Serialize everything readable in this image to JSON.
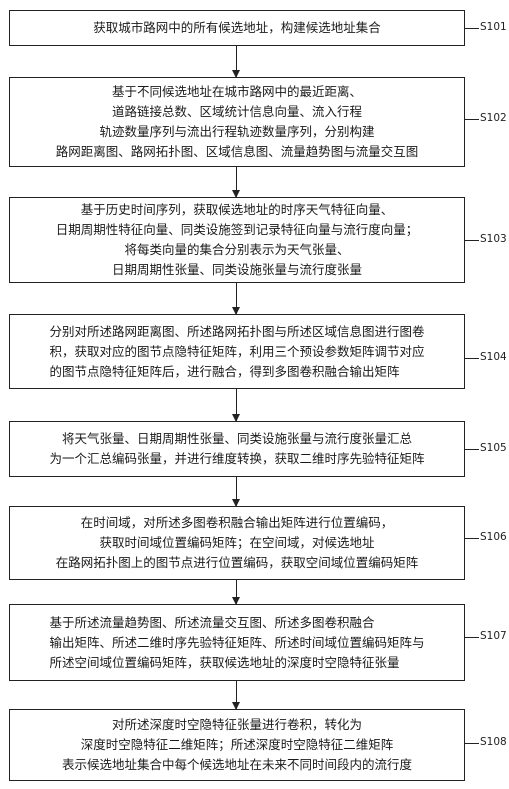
{
  "steps": [
    {
      "id": "S101",
      "text": "获取城市路网中的所有候选地址，构建候选地址集合"
    },
    {
      "id": "S102",
      "text": "基于不同候选地址在城市路网中的最近距离、\n道路链接总数、区域统计信息向量、流入行程\n轨迹数量序列与流出行程轨迹数量序列，分别构建\n路网距离图、路网拓扑图、区域信息图、流量趋势图与流量交互图"
    },
    {
      "id": "S103",
      "text": "基于历史时间序列，获取候选地址的时序天气特征向量、\n日期周期性特征向量、同类设施签到记录特征向量与流行度向量；\n将每类向量的集合分别表示为天气张量、\n日期周期性张量、同类设施张量与流行度张量"
    },
    {
      "id": "S104",
      "text": "分别对所述路网距离图、所述路网拓扑图与所述区域信息图进行图卷\n积，获取对应的图节点隐特征矩阵，利用三个预设参数矩阵调节对应\n的图节点隐特征矩阵后，进行融合，得到多图卷积融合输出矩阵"
    },
    {
      "id": "S105",
      "text": "将天气张量、日期周期性张量、同类设施张量与流行度张量汇总\n为一个汇总编码张量，并进行维度转换，获取二维时序先验特征矩阵"
    },
    {
      "id": "S106",
      "text": "在时间域，对所述多图卷积融合输出矩阵进行位置编码，\n获取时间域位置编码矩阵；在空间域，对候选地址\n在路网拓扑图上的图节点进行位置编码，获取空间域位置编码矩阵"
    },
    {
      "id": "S107",
      "text": "基于所述流量趋势图、所述流量交互图、所述多图卷积融合\n输出矩阵、所述二维时序先验特征矩阵、所述时间域位置编码矩阵与\n所述空间域位置编码矩阵，获取候选地址的深度时空隐特征张量"
    },
    {
      "id": "S108",
      "text": "对所述深度时空隐特征张量进行卷积，转化为\n深度时空隐特征二维矩阵；所述深度时空隐特征二维矩阵\n表示候选地址集合中每个候选地址在未来不同时间段内的流行度"
    }
  ]
}
